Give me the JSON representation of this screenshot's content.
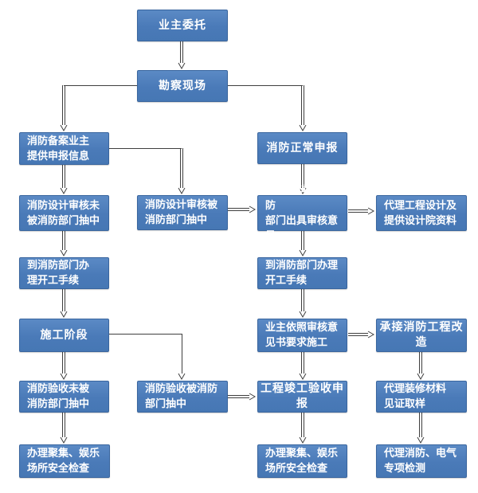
{
  "diagram": {
    "type": "flowchart",
    "colors": {
      "background": "#ffffff",
      "box_fill": "#4d7ebf",
      "box_fill_top": "#5b8ac5",
      "box_border": "#39659e",
      "box_text": "#ffffff",
      "arrow": "#3f3f3f"
    },
    "nodes": [
      {
        "id": "owner-entrust",
        "text": "业主委托"
      },
      {
        "id": "site-survey",
        "text": "勘察现场"
      },
      {
        "id": "filing-owner-info",
        "text": "消防备案业主\n提供申报信息"
      },
      {
        "id": "normal-application",
        "text": "消防正常申报"
      },
      {
        "id": "design-review-not-selected",
        "text": "消防设计审核未\n被消防部门抽中"
      },
      {
        "id": "design-review-selected",
        "text": "消防设计审核被\n消防部门抽中"
      },
      {
        "id": "submit-materials-review-opinion",
        "text": "申报材料递交消防\n部门出具审核意见"
      },
      {
        "id": "agent-engineering-design",
        "text": "代理工程设计及\n提供设计院资料"
      },
      {
        "id": "start-formalities-left",
        "text": "到消防部门办\n理开工手续"
      },
      {
        "id": "start-formalities-right",
        "text": "到消防部门办理\n开工手续"
      },
      {
        "id": "construction-phase",
        "text": "施工阶段"
      },
      {
        "id": "construct-per-review-opinion",
        "text": "业主依照审核意\n见书要求施工"
      },
      {
        "id": "undertake-fire-renovation",
        "text": "承接消防工程改造"
      },
      {
        "id": "acceptance-not-selected",
        "text": "消防验收未被\n消防部门抽中"
      },
      {
        "id": "acceptance-selected",
        "text": "消防验收被消防\n部门抽中"
      },
      {
        "id": "completion-acceptance-application",
        "text": "工程竣工验收申报"
      },
      {
        "id": "assembly-venue-safety-check-left",
        "text": "办理聚集、娱乐\n场所安全检查"
      },
      {
        "id": "assembly-venue-safety-check-right",
        "text": "办理聚集、娱乐\n场所安全检查"
      },
      {
        "id": "agent-decoration-material-sampling",
        "text": "代理装修材料\n见证取样"
      },
      {
        "id": "agent-fire-electrical-testing",
        "text": "代理消防、电气\n专项检测"
      }
    ]
  }
}
